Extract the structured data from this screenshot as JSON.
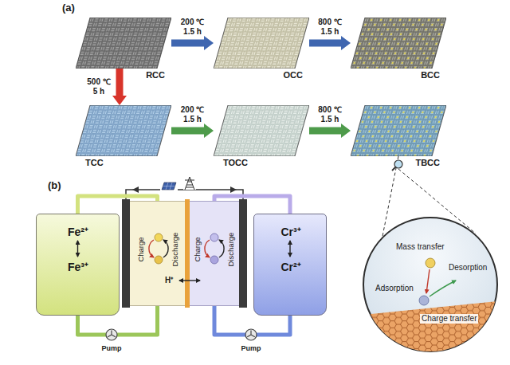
{
  "diagram": {
    "nodes": [
      {
        "text": [
          "RCC"
        ]
      },
      {
        "text": [
          "OCC"
        ]
      },
      {
        "text": [
          "BCC"
        ]
      },
      {
        "text": [
          "TCC"
        ]
      },
      {
        "text": [
          "TOCC"
        ]
      },
      {
        "text": [
          "TBCC"
        ]
      },
      {
        "text": [
          "Fe²⁺",
          "Fe³⁺"
        ]
      },
      {
        "text": [
          "Charge",
          "Discharge"
        ]
      },
      {
        "text": [
          "Charge",
          "Discharge"
        ]
      },
      {
        "text": [
          "Cr³⁺",
          "Cr²⁺"
        ]
      },
      {
        "text": [
          "Mass transfer",
          "Adsorption",
          "Desorption",
          "Charge transfer"
        ]
      }
    ],
    "edges": [
      {
        "from": 0,
        "to": 1,
        "arrow": "to",
        "label": "200 ℃ 1.5 h"
      },
      {
        "from": 1,
        "to": 2,
        "arrow": "to",
        "label": "800 ℃ 1.5 h"
      },
      {
        "from": 0,
        "to": 3,
        "arrow": "to",
        "label": "500 ℃ 5 h"
      },
      {
        "from": 3,
        "to": 4,
        "arrow": "to",
        "label": "200 ℃ 1.5 h"
      },
      {
        "from": 4,
        "to": 5,
        "arrow": "to",
        "label": "800 ℃ 1.5 h"
      },
      {
        "from": 6,
        "to": 7,
        "arrow": "none"
      },
      {
        "from": 6,
        "to": 7,
        "arrow": "none"
      },
      {
        "from": 9,
        "to": 8,
        "arrow": "none"
      },
      {
        "from": 9,
        "to": 8,
        "arrow": "none"
      },
      {
        "from": 5,
        "to": 10,
        "arrow": "none"
      }
    ],
    "labels": [
      "(a)",
      "(b)",
      "H⁺",
      "Pump",
      "Pump"
    ]
  }
}
